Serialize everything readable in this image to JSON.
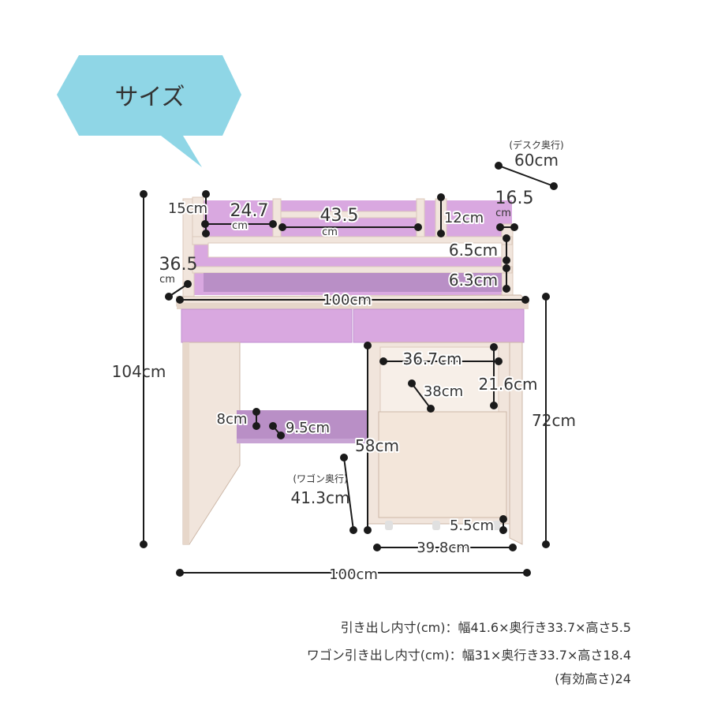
{
  "badge": {
    "title": "サイズ",
    "color": "#8fd6e6"
  },
  "colors": {
    "lavender": "#d9a8e0",
    "lavender_dark": "#b98fc6",
    "wood": "#f1e5dc",
    "wood_edge": "#dcc9bb",
    "dark": "#1a1a1a"
  },
  "dims": {
    "depth_caption": "(デスク奥行)",
    "depth": "60cm",
    "h15": "15cm",
    "w247": "24.7",
    "w247_unit": "cm",
    "w435": "43.5",
    "w435_unit": "cm",
    "h12": "12cm",
    "w165": "16.5",
    "w165_unit": "cm",
    "h65": "6.5cm",
    "h63": "6.3cm",
    "d365": "36.5",
    "d365_unit": "cm",
    "w100_top": "100cm",
    "h104": "104cm",
    "w367": "36.7cm",
    "h216": "21.6cm",
    "d38": "38cm",
    "h72": "72cm",
    "h8": "8cm",
    "h95": "9.5cm",
    "h58": "58cm",
    "wagon_caption": "(ワゴン奥行)",
    "wagon_depth": "41.3cm",
    "h55": "5.5cm",
    "w398": "39.8cm",
    "w100_bottom": "100cm"
  },
  "notes": {
    "drawer": "引き出し内寸(cm)：幅41.6×奥行き33.7×高さ5.5",
    "wagon": "ワゴン引き出し内寸(cm)：幅31×奥行き33.7×高さ18.4",
    "effective": "(有効高さ)24"
  }
}
